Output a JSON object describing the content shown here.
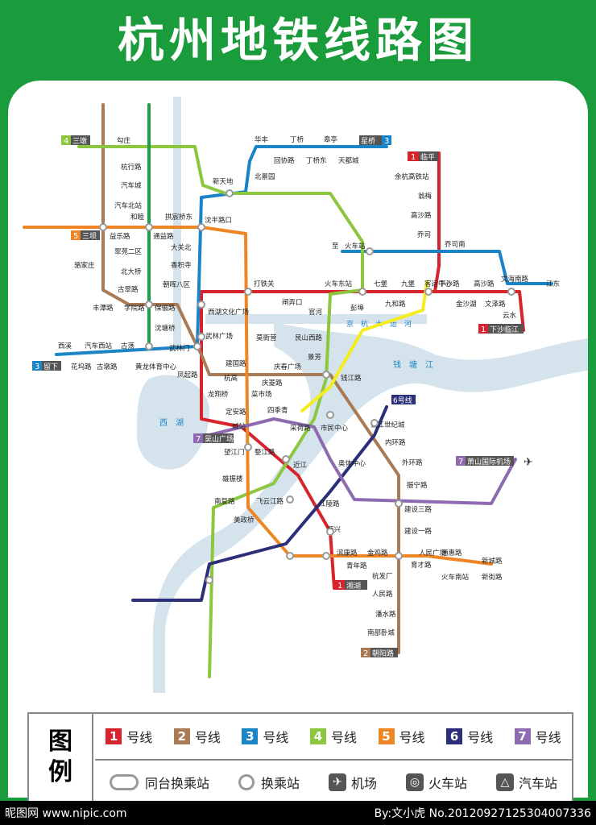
{
  "title": "杭州地铁线路图",
  "colors": {
    "line1": "#d7232c",
    "line2": "#a87a56",
    "line3": "#1a84c7",
    "line4": "#8dc63f",
    "line5": "#ee8625",
    "line6": "#2b2f7a",
    "line7": "#8e6bb0",
    "yellow": "#f4ec1d",
    "green": "#1f9e4a",
    "water": "#d5e4ec"
  },
  "water_labels": {
    "canal": "京　杭　大　运　河",
    "river": "钱　塘　江",
    "lake": "西　湖"
  },
  "terminals": [
    {
      "num": "1",
      "name": "临平",
      "color": "#d7232c"
    },
    {
      "num": "1",
      "name": "下沙临江",
      "color": "#d7232c"
    },
    {
      "num": "1",
      "name": "湘湖",
      "color": "#d7232c"
    },
    {
      "num": "2",
      "name": "朝阳路",
      "color": "#a87a56"
    },
    {
      "num": "3",
      "name": "星桥",
      "color": "#1a84c7"
    },
    {
      "num": "3",
      "name": "留下",
      "color": "#1a84c7"
    },
    {
      "num": "4",
      "name": "三墩",
      "color": "#8dc63f"
    },
    {
      "num": "5",
      "name": "三坝",
      "color": "#ee8625"
    },
    {
      "num": "6",
      "name": "6号线",
      "color": "#2b2f7a"
    },
    {
      "num": "7",
      "name": "吴山广场",
      "color": "#8e6bb0"
    },
    {
      "num": "7",
      "name": "萧山国际机场",
      "color": "#8e6bb0"
    }
  ],
  "stations": [
    "勾庄",
    "杭行路",
    "汽车城",
    "汽车北站",
    "和睦",
    "拱宸桥东",
    "益乐路",
    "通益路",
    "大关北",
    "翠苑二区",
    "香积寺",
    "骆家庄",
    "北大桥",
    "古翠路",
    "朝晖八区",
    "丰潭路",
    "学院路",
    "保俶路",
    "沈塘桥",
    "武林门",
    "武林广场",
    "西溪",
    "汽车西站",
    "古荡",
    "花坞路",
    "古墩路",
    "黄龙体育中心",
    "凤起路",
    "华丰",
    "丁桥",
    "皋亭",
    "回协路",
    "丁桥东",
    "天都城",
    "北景园",
    "新天地",
    "沈半路口",
    "打铁关",
    "西湖文化广场",
    "闸弄口",
    "官河",
    "火车东站",
    "彭埠",
    "七堡",
    "九堡",
    "九和路",
    "客运中心",
    "下沙路",
    "高沙路",
    "文海南路",
    "江东",
    "金沙湖",
    "文泽路",
    "云水",
    "余杭高铁站",
    "翁梅",
    "高沙路",
    "乔司",
    "乔司南",
    "至",
    "火车站",
    "艮山西路",
    "景芳",
    "莫衙营",
    "建国路",
    "庆春广场",
    "庆菱路",
    "杭高",
    "菜市场",
    "龙翔桥",
    "定安路",
    "四季青",
    "城站",
    "采荷路",
    "市民中心",
    "钱江路",
    "钱江世纪城",
    "内环路",
    "外环路",
    "振宁路",
    "望江门",
    "婺江路",
    "近江",
    "奥体中心",
    "雄振楼",
    "南复路",
    "美政桥",
    "飞云江路",
    "江陵路",
    "建设三路",
    "建设一路",
    "西兴",
    "人民广场",
    "通惠路",
    "新城路",
    "滨康路",
    "金鸡路",
    "青年路",
    "育才路",
    "火车南站",
    "新街路",
    "杭发厂",
    "人民路",
    "潘水路",
    "南部卧城"
  ],
  "legend": {
    "title_top": "图",
    "title_bottom": "例",
    "lines": [
      {
        "num": "1",
        "label": "号线",
        "color": "#d7232c"
      },
      {
        "num": "2",
        "label": "号线",
        "color": "#a87a56"
      },
      {
        "num": "3",
        "label": "号线",
        "color": "#1a84c7"
      },
      {
        "num": "4",
        "label": "号线",
        "color": "#8dc63f"
      },
      {
        "num": "5",
        "label": "号线",
        "color": "#ee8625"
      },
      {
        "num": "6",
        "label": "号线",
        "color": "#2b2f7a"
      },
      {
        "num": "7",
        "label": "号线",
        "color": "#8e6bb0"
      }
    ],
    "symbols": {
      "same_platform": "同台换乘站",
      "transfer": "换乘站",
      "airport": "机场",
      "rail": "火车站",
      "bus": "汽车站"
    }
  },
  "footer": {
    "left": "昵图网 www.nipic.com",
    "right": "By:文小虎 No.20120927125304007336"
  }
}
